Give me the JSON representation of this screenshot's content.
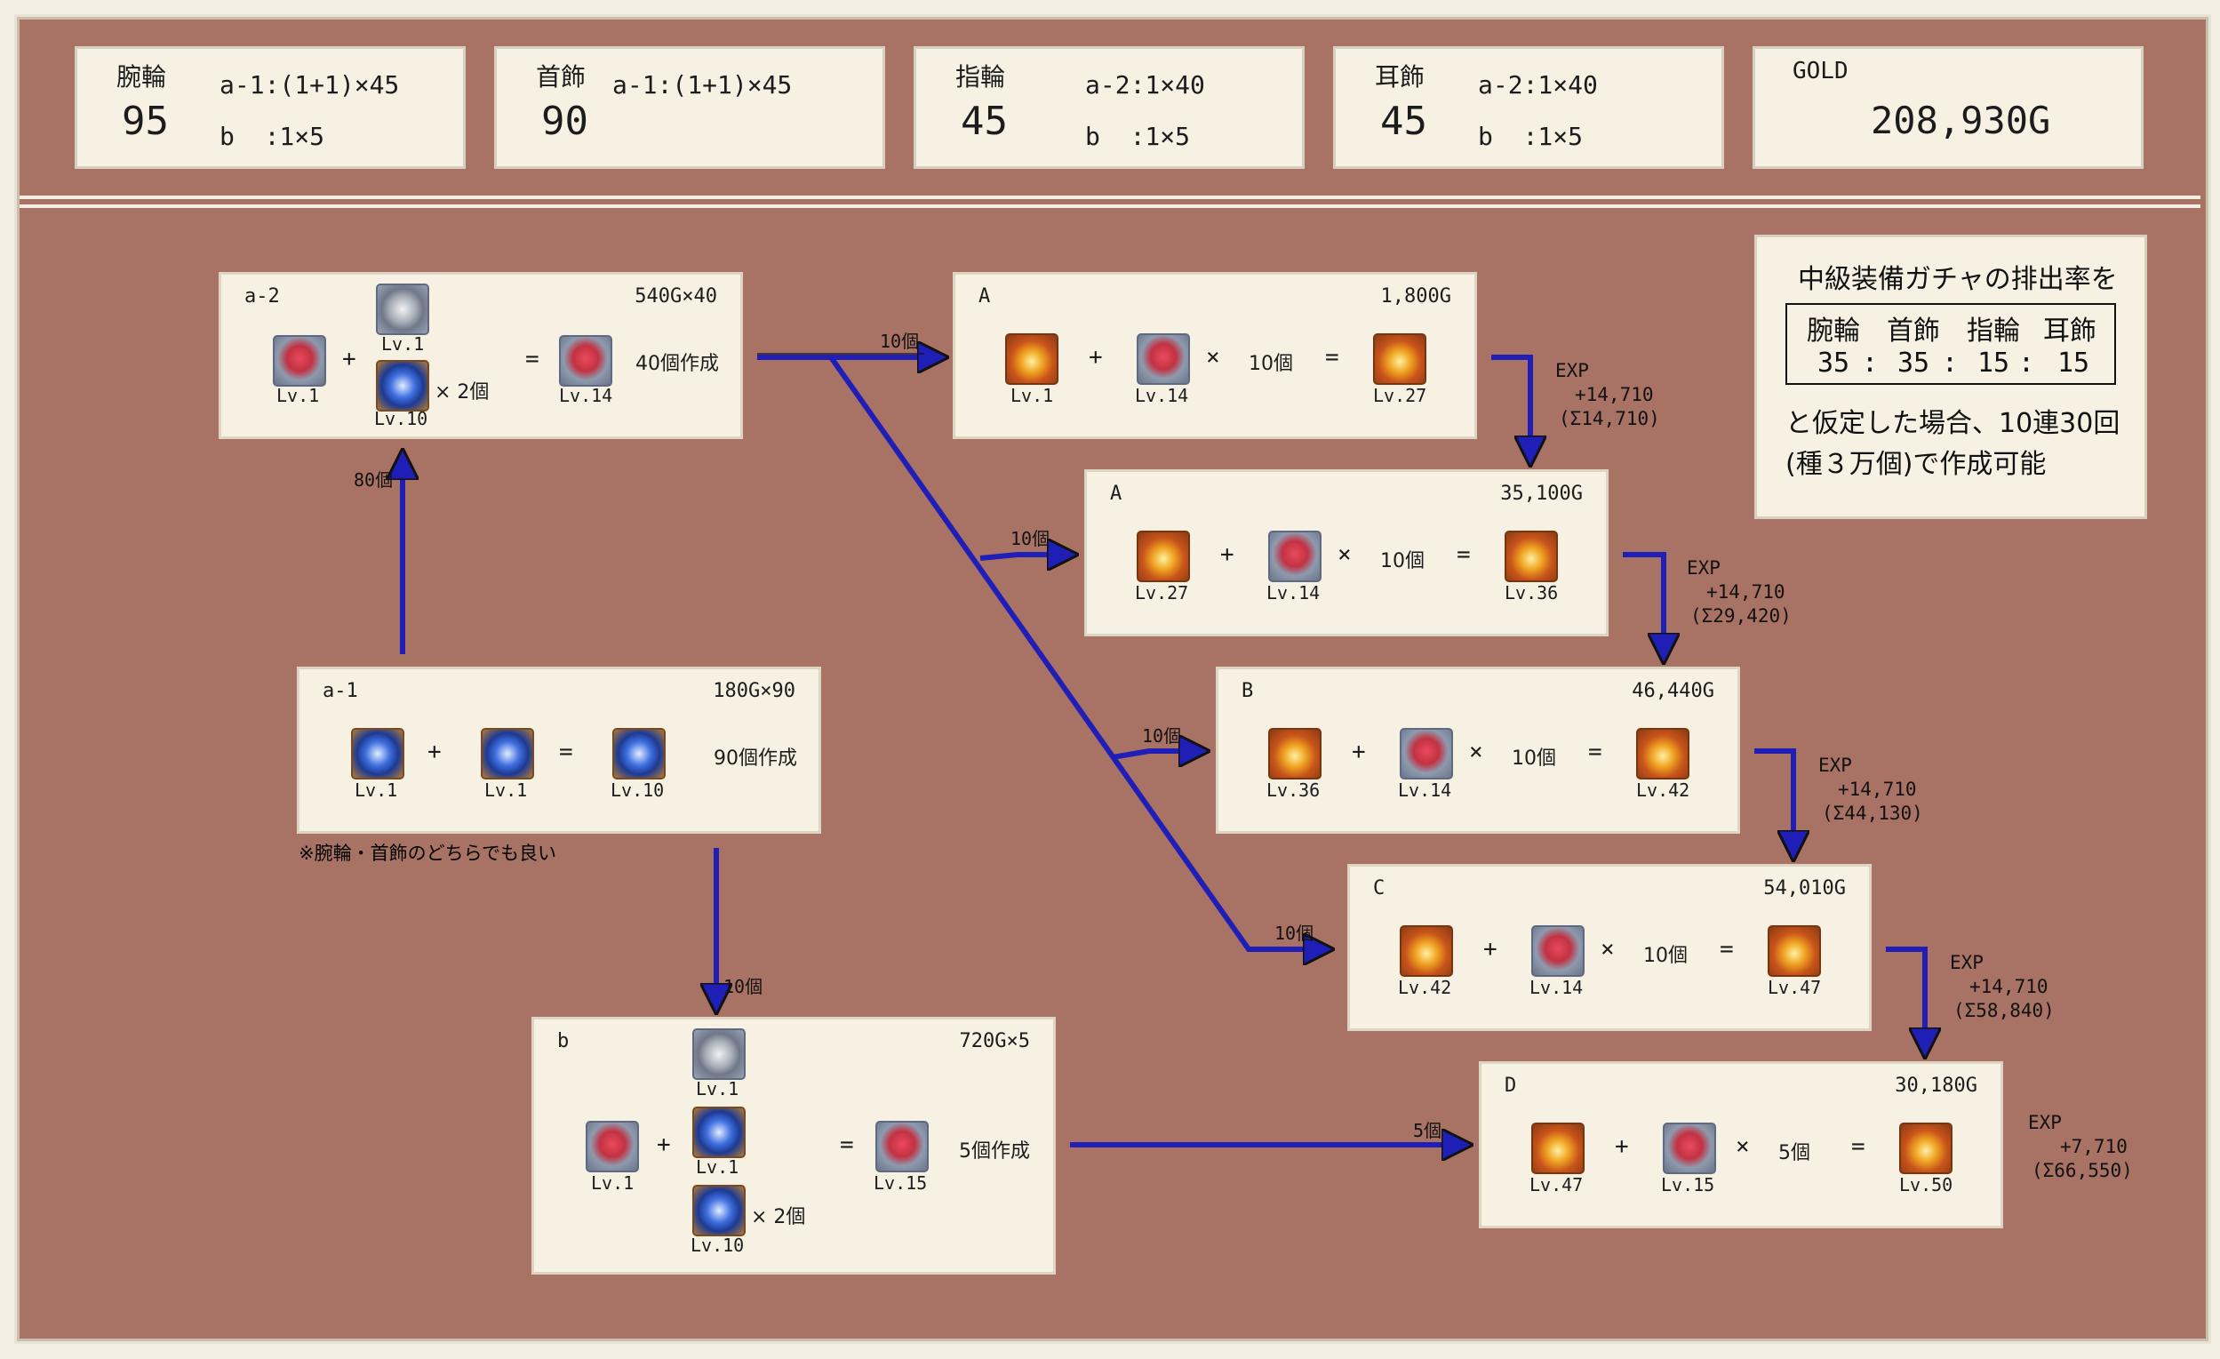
{
  "summary": [
    {
      "name": "腕輪",
      "count": "95",
      "line1": "a-1:(1+1)×45",
      "line2": "b  :1×5"
    },
    {
      "name": "首飾",
      "count": "90",
      "line1": "a-1:(1+1)×45",
      "line2": ""
    },
    {
      "name": "指輪",
      "count": "45",
      "line1": "a-2:1×40",
      "line2": "b  :1×5"
    },
    {
      "name": "耳飾",
      "count": "45",
      "line1": "a-2:1×40",
      "line2": "b  :1×5"
    }
  ],
  "gold": {
    "label": "GOLD",
    "value": "208,930G"
  },
  "rate_box": {
    "title": "中級装備ガチャの排出率を",
    "headers": [
      "腕輪",
      "首飾",
      "指輪",
      "耳飾"
    ],
    "values": [
      "35",
      ":",
      "35",
      ":",
      "15",
      ":",
      "15"
    ],
    "footer1": "と仮定した場合、10連30回",
    "footer2": "(種３万個)で作成可能"
  },
  "recipes": {
    "a2": {
      "label": "a-2",
      "cost": "540G×40",
      "ring_lv": "Lv.1",
      "gem_lv": "Lv.1",
      "blue_lv": "Lv.10",
      "times": "× 2個",
      "result_lv": "Lv.14",
      "note": "40個作成",
      "plus": "+",
      "eq": "="
    },
    "a1": {
      "label": "a-1",
      "cost": "180G×90",
      "in1_lv": "Lv.1",
      "in2_lv": "Lv.1",
      "result_lv": "Lv.10",
      "note": "90個作成",
      "plus": "+",
      "eq": "=",
      "footnote": "※腕輪・首飾のどちらでも良い"
    },
    "b": {
      "label": "b",
      "cost": "720G×5",
      "ring_lv": "Lv.1",
      "gem_lv": "Lv.1",
      "blue1_lv": "Lv.1",
      "blue2_lv": "Lv.10",
      "times": "× 2個",
      "result_lv": "Lv.15",
      "note": "5個作成",
      "plus": "+",
      "eq": "="
    },
    "A1": {
      "label": "A",
      "cost": "1,800G",
      "in_lv": "Lv.1",
      "mat_lv": "Lv.14",
      "times": "×",
      "qty": "10個",
      "result_lv": "Lv.27",
      "plus": "+",
      "eq": "="
    },
    "A2": {
      "label": "A",
      "cost": "35,100G",
      "in_lv": "Lv.27",
      "mat_lv": "Lv.14",
      "times": "×",
      "qty": "10個",
      "result_lv": "Lv.36",
      "plus": "+",
      "eq": "="
    },
    "B": {
      "label": "B",
      "cost": "46,440G",
      "in_lv": "Lv.36",
      "mat_lv": "Lv.14",
      "times": "×",
      "qty": "10個",
      "result_lv": "Lv.42",
      "plus": "+",
      "eq": "="
    },
    "C": {
      "label": "C",
      "cost": "54,010G",
      "in_lv": "Lv.42",
      "mat_lv": "Lv.14",
      "times": "×",
      "qty": "10個",
      "result_lv": "Lv.47",
      "plus": "+",
      "eq": "="
    },
    "D": {
      "label": "D",
      "cost": "30,180G",
      "in_lv": "Lv.47",
      "mat_lv": "Lv.15",
      "times": "×",
      "qty": "5個",
      "result_lv": "Lv.50",
      "plus": "+",
      "eq": "="
    }
  },
  "arrow_labels": {
    "to_A1": "10個",
    "to_A2": "10個",
    "to_B": "10個",
    "to_C": "10個",
    "to_a2": "80個",
    "to_b": "10個",
    "to_D": "5個"
  },
  "exp": [
    {
      "head": "EXP",
      "gain": "+14,710",
      "total": "(Σ14,710)"
    },
    {
      "head": "EXP",
      "gain": "+14,710",
      "total": "(Σ29,420)"
    },
    {
      "head": "EXP",
      "gain": "+14,710",
      "total": "(Σ44,130)"
    },
    {
      "head": "EXP",
      "gain": "+14,710",
      "total": "(Σ58,840)"
    },
    {
      "head": "EXP",
      "gain": "+7,710",
      "total": "(Σ66,550)"
    }
  ],
  "colors": {
    "background": "#a87264",
    "panel": "#f7f1e3",
    "arrow": "#1f1fb8"
  }
}
